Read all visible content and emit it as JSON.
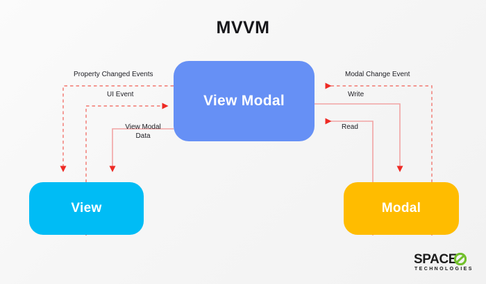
{
  "diagram": {
    "title": "MVVM",
    "background_color": "#f6f6f6"
  },
  "nodes": [
    {
      "id": "view-modal",
      "label": "View Modal",
      "color": "#6690f5"
    },
    {
      "id": "view",
      "label": "View",
      "color": "#00bcf5"
    },
    {
      "id": "modal",
      "label": "Modal",
      "color": "#ffbc00"
    }
  ],
  "edges": [
    {
      "id": "property-changed-events",
      "label": "Property Changed Events",
      "from": "view-modal",
      "to": "view",
      "style": "dashed",
      "color": "#f2534a"
    },
    {
      "id": "ui-event",
      "label": "UI Event",
      "from": "view",
      "to": "view-modal",
      "style": "dashed",
      "color": "#f2534a"
    },
    {
      "id": "view-modal-data",
      "label": "View Modal\nData",
      "label_line1": "View Modal",
      "label_line2": "Data",
      "from": "view-modal",
      "to": "view",
      "style": "solid",
      "color": "#f09a9a"
    },
    {
      "id": "modal-change-event",
      "label": "Modal Change Event",
      "from": "modal",
      "to": "view-modal",
      "style": "dashed",
      "color": "#f2534a"
    },
    {
      "id": "write",
      "label": "Write",
      "from": "view-modal",
      "to": "modal",
      "style": "solid",
      "color": "#f09a9a"
    },
    {
      "id": "read",
      "label": "Read",
      "from": "modal",
      "to": "view-modal",
      "style": "solid",
      "color": "#f09a9a"
    }
  ],
  "logo": {
    "word": "SPACE",
    "mark": "circle-slash-o",
    "mark_color": "#72c02c",
    "subtitle": "TECHNOLOGIES"
  }
}
